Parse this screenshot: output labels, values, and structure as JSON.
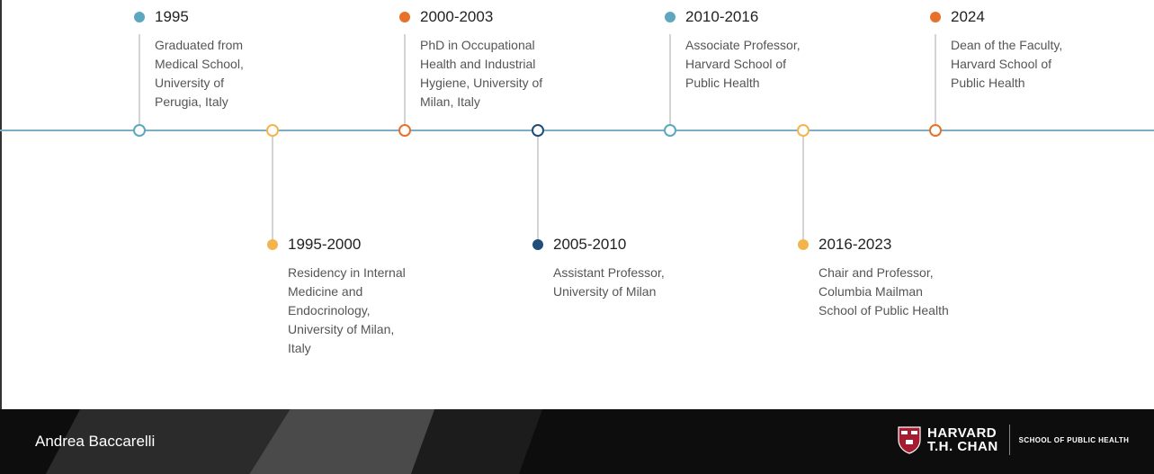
{
  "timeline": {
    "colors": {
      "line": "#7eaec5",
      "teal": "#5ea8bf",
      "orange": "#e8712a",
      "yellow": "#f2b54b",
      "navy": "#1f4e79"
    },
    "events": [
      {
        "year": "1995",
        "lines": [
          "Graduated from",
          "Medical School,",
          "University of",
          "Perugia, Italy"
        ],
        "color": "teal",
        "side": "above"
      },
      {
        "year": "1995-2000",
        "lines": [
          "Residency in Internal",
          "Medicine and",
          "Endocrinology,",
          "University of Milan,",
          "Italy"
        ],
        "color": "yellow",
        "side": "below"
      },
      {
        "year": "2000-2003",
        "lines": [
          "PhD in Occupational",
          "Health and Industrial",
          "Hygiene, University of",
          "Milan, Italy"
        ],
        "color": "orange",
        "side": "above"
      },
      {
        "year": "2005-2010",
        "lines": [
          "Assistant Professor,",
          "University of Milan"
        ],
        "color": "navy",
        "side": "below"
      },
      {
        "year": "2010-2016",
        "lines": [
          "Associate Professor,",
          "Harvard School of",
          "Public Health"
        ],
        "color": "teal",
        "side": "above"
      },
      {
        "year": "2016-2023",
        "lines": [
          "Chair and Professor,",
          "Columbia Mailman",
          "School of Public Health"
        ],
        "color": "yellow",
        "side": "below"
      },
      {
        "year": "2024",
        "lines": [
          "Dean of the Faculty,",
          "Harvard School of",
          "Public Health"
        ],
        "color": "orange",
        "side": "above"
      }
    ]
  },
  "footer": {
    "presenter": "Andrea Baccarelli",
    "logo": {
      "line1": "HARVARD",
      "line2": "T.H. CHAN",
      "school": "SCHOOL OF PUBLIC HEALTH",
      "icon": "harvard-shield-icon",
      "shield_color": "#a51c30"
    }
  }
}
